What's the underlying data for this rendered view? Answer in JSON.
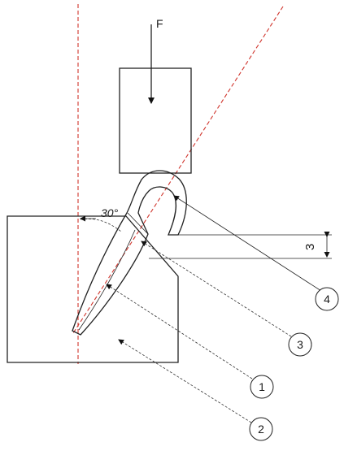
{
  "figure": {
    "force_label": "F",
    "angle_label": "30°",
    "dimension_label": "3",
    "callouts": [
      "1",
      "2",
      "3",
      "4"
    ]
  }
}
